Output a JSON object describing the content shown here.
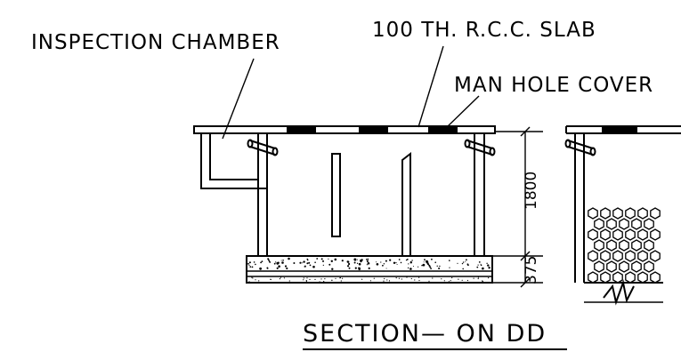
{
  "labels": {
    "inspection_chamber": "INSPECTION CHAMBER",
    "slab": "100 TH. R.C.C. SLAB",
    "manhole_cover": "MAN HOLE COVER"
  },
  "dimensions": {
    "height": "1800",
    "base": "375"
  },
  "title": "SECTION— ON DD",
  "colors": {
    "ink": "#000000",
    "background": "#ffffff"
  }
}
